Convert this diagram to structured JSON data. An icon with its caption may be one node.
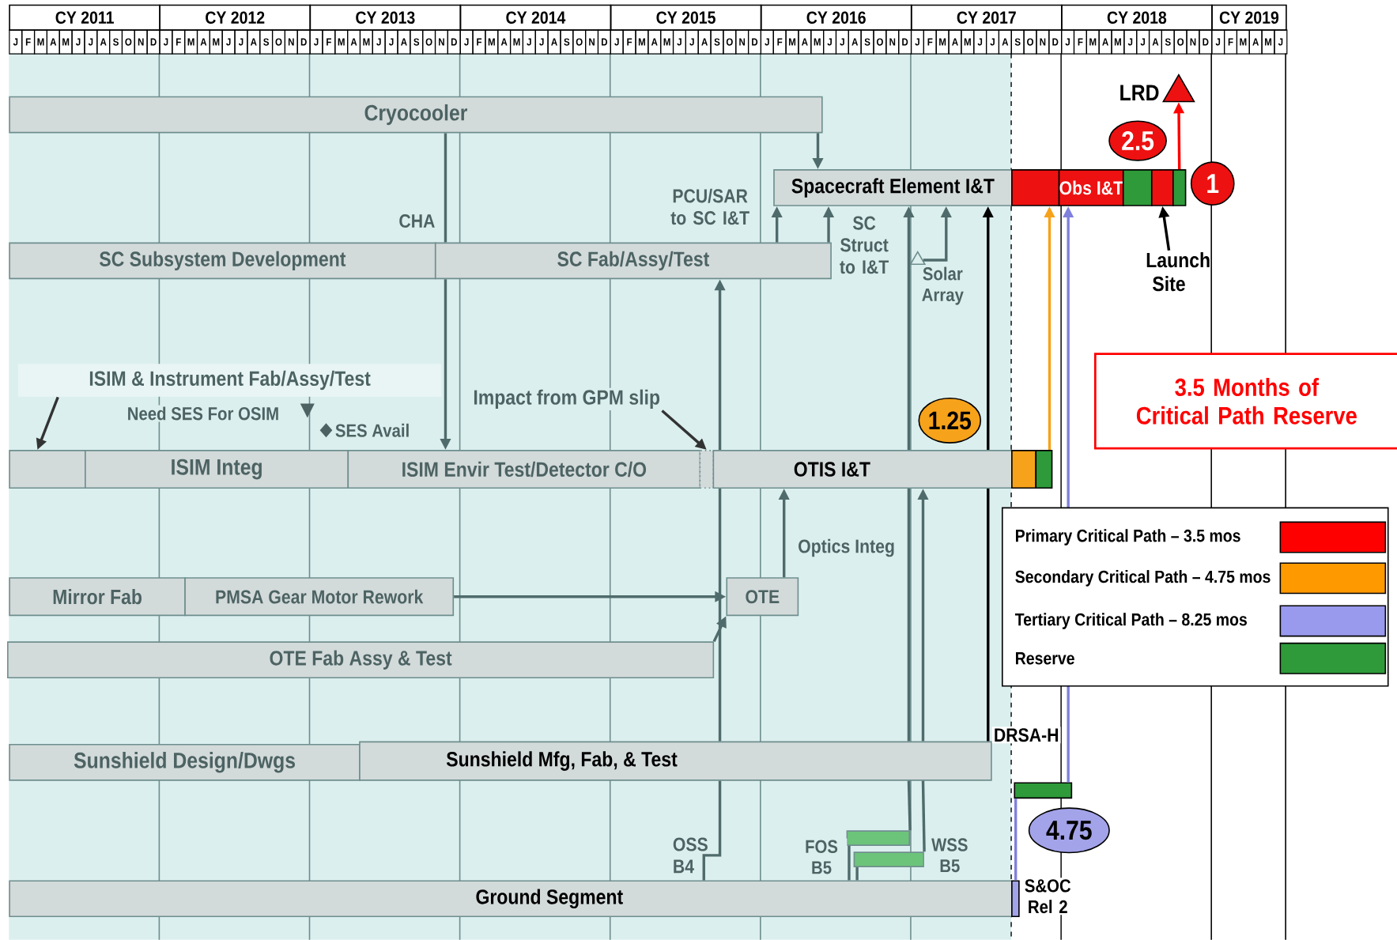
{
  "diagram": {
    "nodes": [
      {
        "text": [
          "Cryocooler"
        ]
      },
      {
        "text": [
          "Spacecraft Element I&T"
        ]
      },
      {
        "text": [],
        "shape": "bar"
      },
      {
        "text": [
          "Obs I&T"
        ]
      },
      {
        "text": [],
        "shape": "bar"
      },
      {
        "text": [],
        "shape": "bar"
      },
      {
        "text": [],
        "shape": "bar"
      },
      {
        "text": [
          "LRD"
        ]
      },
      {
        "text": [
          "2.5"
        ]
      },
      {
        "text": [
          "1"
        ]
      },
      {
        "text": [
          "Launch Site"
        ]
      },
      {
        "text": [
          "SC Subsystem Development"
        ]
      },
      {
        "text": [
          "SC Fab/Assy/Test"
        ]
      },
      {
        "text": [
          "Solar Array"
        ]
      },
      {
        "text": [
          "ISIM & Instrument Fab/Assy/Test"
        ]
      },
      {
        "text": [
          "Impact from GPM slip"
        ]
      },
      {
        "text": [],
        "shape": "bar"
      },
      {
        "text": [
          "ISIM Integ"
        ]
      },
      {
        "text": [
          "ISIM Envir Test/Detector C/O"
        ]
      },
      {
        "text": [],
        "shape": "box"
      },
      {
        "text": [
          "OTIS I&T"
        ]
      },
      {
        "text": [],
        "shape": "bar"
      },
      {
        "text": [],
        "shape": "bar"
      },
      {
        "text": [
          "1.25"
        ]
      },
      {
        "text": [
          "Mirror Fab"
        ]
      },
      {
        "text": [
          "PMSA Gear Motor Rework"
        ]
      },
      {
        "text": [
          "OTE"
        ]
      },
      {
        "text": [
          "OTE Fab Assy & Test"
        ]
      },
      {
        "text": [
          "Sunshield Design/Dwgs"
        ]
      },
      {
        "text": [
          "Sunshield Mfg, Fab, & Test"
        ]
      },
      {
        "text": [],
        "shape": "bar"
      },
      {
        "text": [
          "4.75"
        ]
      },
      {
        "text": [],
        "shape": "bar",
        "beside": [
          "FOS B5"
        ]
      },
      {
        "text": [],
        "shape": "bar",
        "beside": [
          "WSS B5"
        ]
      },
      {
        "text": [
          "Ground Segment"
        ]
      },
      {
        "text": [],
        "shape": "bar",
        "beside": [
          "S&OC Rel 2"
        ]
      },
      {
        "text": [
          "3.5 Months of Critical Path Reserve"
        ]
      }
    ],
    "edges": [
      {
        "from": 0,
        "to": 1,
        "arrow": "to"
      },
      {
        "from": 0,
        "to": 12,
        "arrow": "none",
        "label": "CHA"
      },
      {
        "from": 12,
        "to": 18,
        "arrow": "to"
      },
      {
        "from": 12,
        "to": 1,
        "arrow": "to",
        "label": "PCU/SAR to SC I&T"
      },
      {
        "from": 12,
        "to": 1,
        "arrow": "to",
        "label": "SC Struct to I&T"
      },
      {
        "from": 13,
        "to": 1,
        "arrow": "to"
      },
      {
        "from": 32,
        "to": 29,
        "arrow": "none"
      },
      {
        "from": 29,
        "to": 20,
        "arrow": "none"
      },
      {
        "from": 20,
        "to": 1,
        "arrow": "to"
      },
      {
        "from": 29,
        "to": 20,
        "arrow": "none",
        "label": "DRSA-H",
        "color": "#000000"
      },
      {
        "from": 20,
        "to": 1,
        "arrow": "to",
        "color": "#000000"
      },
      {
        "from": 22,
        "to": 2,
        "arrow": "to",
        "color": "#f7a21b"
      },
      {
        "from": 30,
        "to": 3,
        "arrow": "to",
        "color": "#8080dd"
      },
      {
        "from": 35,
        "to": 30,
        "arrow": "none",
        "color": "#8080dd"
      },
      {
        "from": 6,
        "to": 7,
        "arrow": "to",
        "color": "#ff0000"
      },
      {
        "from": 10,
        "to": 5,
        "arrow": "to",
        "color": "#000000"
      },
      {
        "from": 14,
        "to": 16,
        "arrow": "to",
        "color": "#333333"
      },
      {
        "from": 15,
        "to": 19,
        "arrow": "to",
        "color": "#333333"
      },
      {
        "from": 33,
        "to": 29,
        "arrow": "none"
      },
      {
        "from": 29,
        "to": 20,
        "arrow": "to"
      },
      {
        "from": 26,
        "to": 20,
        "arrow": "to",
        "label": "Optics Integ"
      },
      {
        "from": 25,
        "to": 26,
        "arrow": "to"
      },
      {
        "from": 27,
        "to": 26,
        "arrow": "to"
      },
      {
        "from": 34,
        "to": 29,
        "arrow": "none",
        "label": "OSS B4"
      },
      {
        "from": 29,
        "to": 20,
        "arrow": "none"
      },
      {
        "from": 20,
        "to": 12,
        "arrow": "to"
      },
      {
        "from": 34,
        "to": 32,
        "arrow": "none"
      },
      {
        "from": 34,
        "to": 33,
        "arrow": "none"
      }
    ],
    "labels": [
      "CY 2011",
      "CY 2012",
      "CY 2013",
      "CY 2014",
      "CY 2015",
      "CY 2016",
      "CY 2017",
      "CY 2018",
      "CY 2019",
      "J",
      "F",
      "M",
      "A",
      "M",
      "J",
      "J",
      "A",
      "S",
      "O",
      "N",
      "D",
      "J",
      "F",
      "M",
      "A",
      "M",
      "J",
      "J",
      "A",
      "S",
      "O",
      "N",
      "D",
      "J",
      "F",
      "M",
      "A",
      "M",
      "J",
      "J",
      "A",
      "S",
      "O",
      "N",
      "D",
      "J",
      "F",
      "M",
      "A",
      "M",
      "J",
      "J",
      "A",
      "S",
      "O",
      "N",
      "D",
      "J",
      "F",
      "M",
      "A",
      "M",
      "J",
      "J",
      "A",
      "S",
      "O",
      "N",
      "D",
      "J",
      "F",
      "M",
      "A",
      "M",
      "J",
      "J",
      "A",
      "S",
      "O",
      "N",
      "D",
      "J",
      "F",
      "M",
      "A",
      "M",
      "J",
      "J",
      "A",
      "S",
      "O",
      "N",
      "D",
      "J",
      "F",
      "M",
      "A",
      "M",
      "J",
      "J",
      "A",
      "S",
      "O",
      "N",
      "D",
      "J",
      "F",
      "M",
      "A",
      "M",
      "J",
      "Need SES For OSIM",
      "SES Avail"
    ],
    "legend": [
      {
        "text": "Primary Critical Path – 3.5 mos",
        "color": "#ff0000"
      },
      {
        "text": "Secondary Critical Path – 4.75 mos",
        "color": "#ff9900"
      },
      {
        "text": "Tertiary Critical Path – 8.25 mos",
        "color": "#9999ee"
      },
      {
        "text": "Reserve",
        "color": "#2e9a3a"
      }
    ]
  }
}
